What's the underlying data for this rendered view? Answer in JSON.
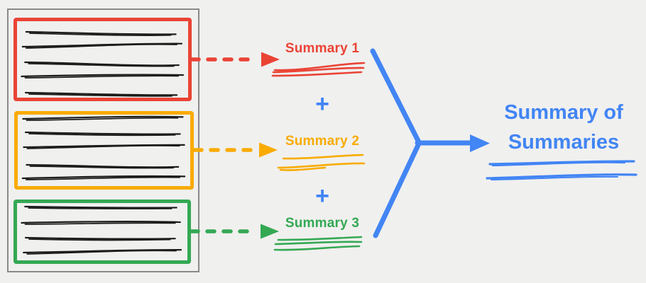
{
  "diagram": {
    "title_hint": "map-reduce summarization flow",
    "background_color": "#f0f0ef",
    "colors": {
      "red": "#ea4335",
      "orange": "#f9ab00",
      "green": "#34a853",
      "blue": "#4285f4",
      "gray": "#8a8a8a",
      "ink": "#1c1c1c"
    },
    "documents": [
      {
        "name": "document-1",
        "color": "red",
        "text_lines": 5
      },
      {
        "name": "document-2",
        "color": "orange",
        "text_lines": 5
      },
      {
        "name": "document-3",
        "color": "green",
        "text_lines": 4
      }
    ],
    "summaries": [
      {
        "label": "Summary 1",
        "color": "red"
      },
      {
        "label": "Summary 2",
        "color": "orange"
      },
      {
        "label": "Summary 3",
        "color": "green"
      }
    ],
    "plus_symbol": "+",
    "result": {
      "line1": "Summary of",
      "line2": "Summaries",
      "color": "blue"
    }
  }
}
